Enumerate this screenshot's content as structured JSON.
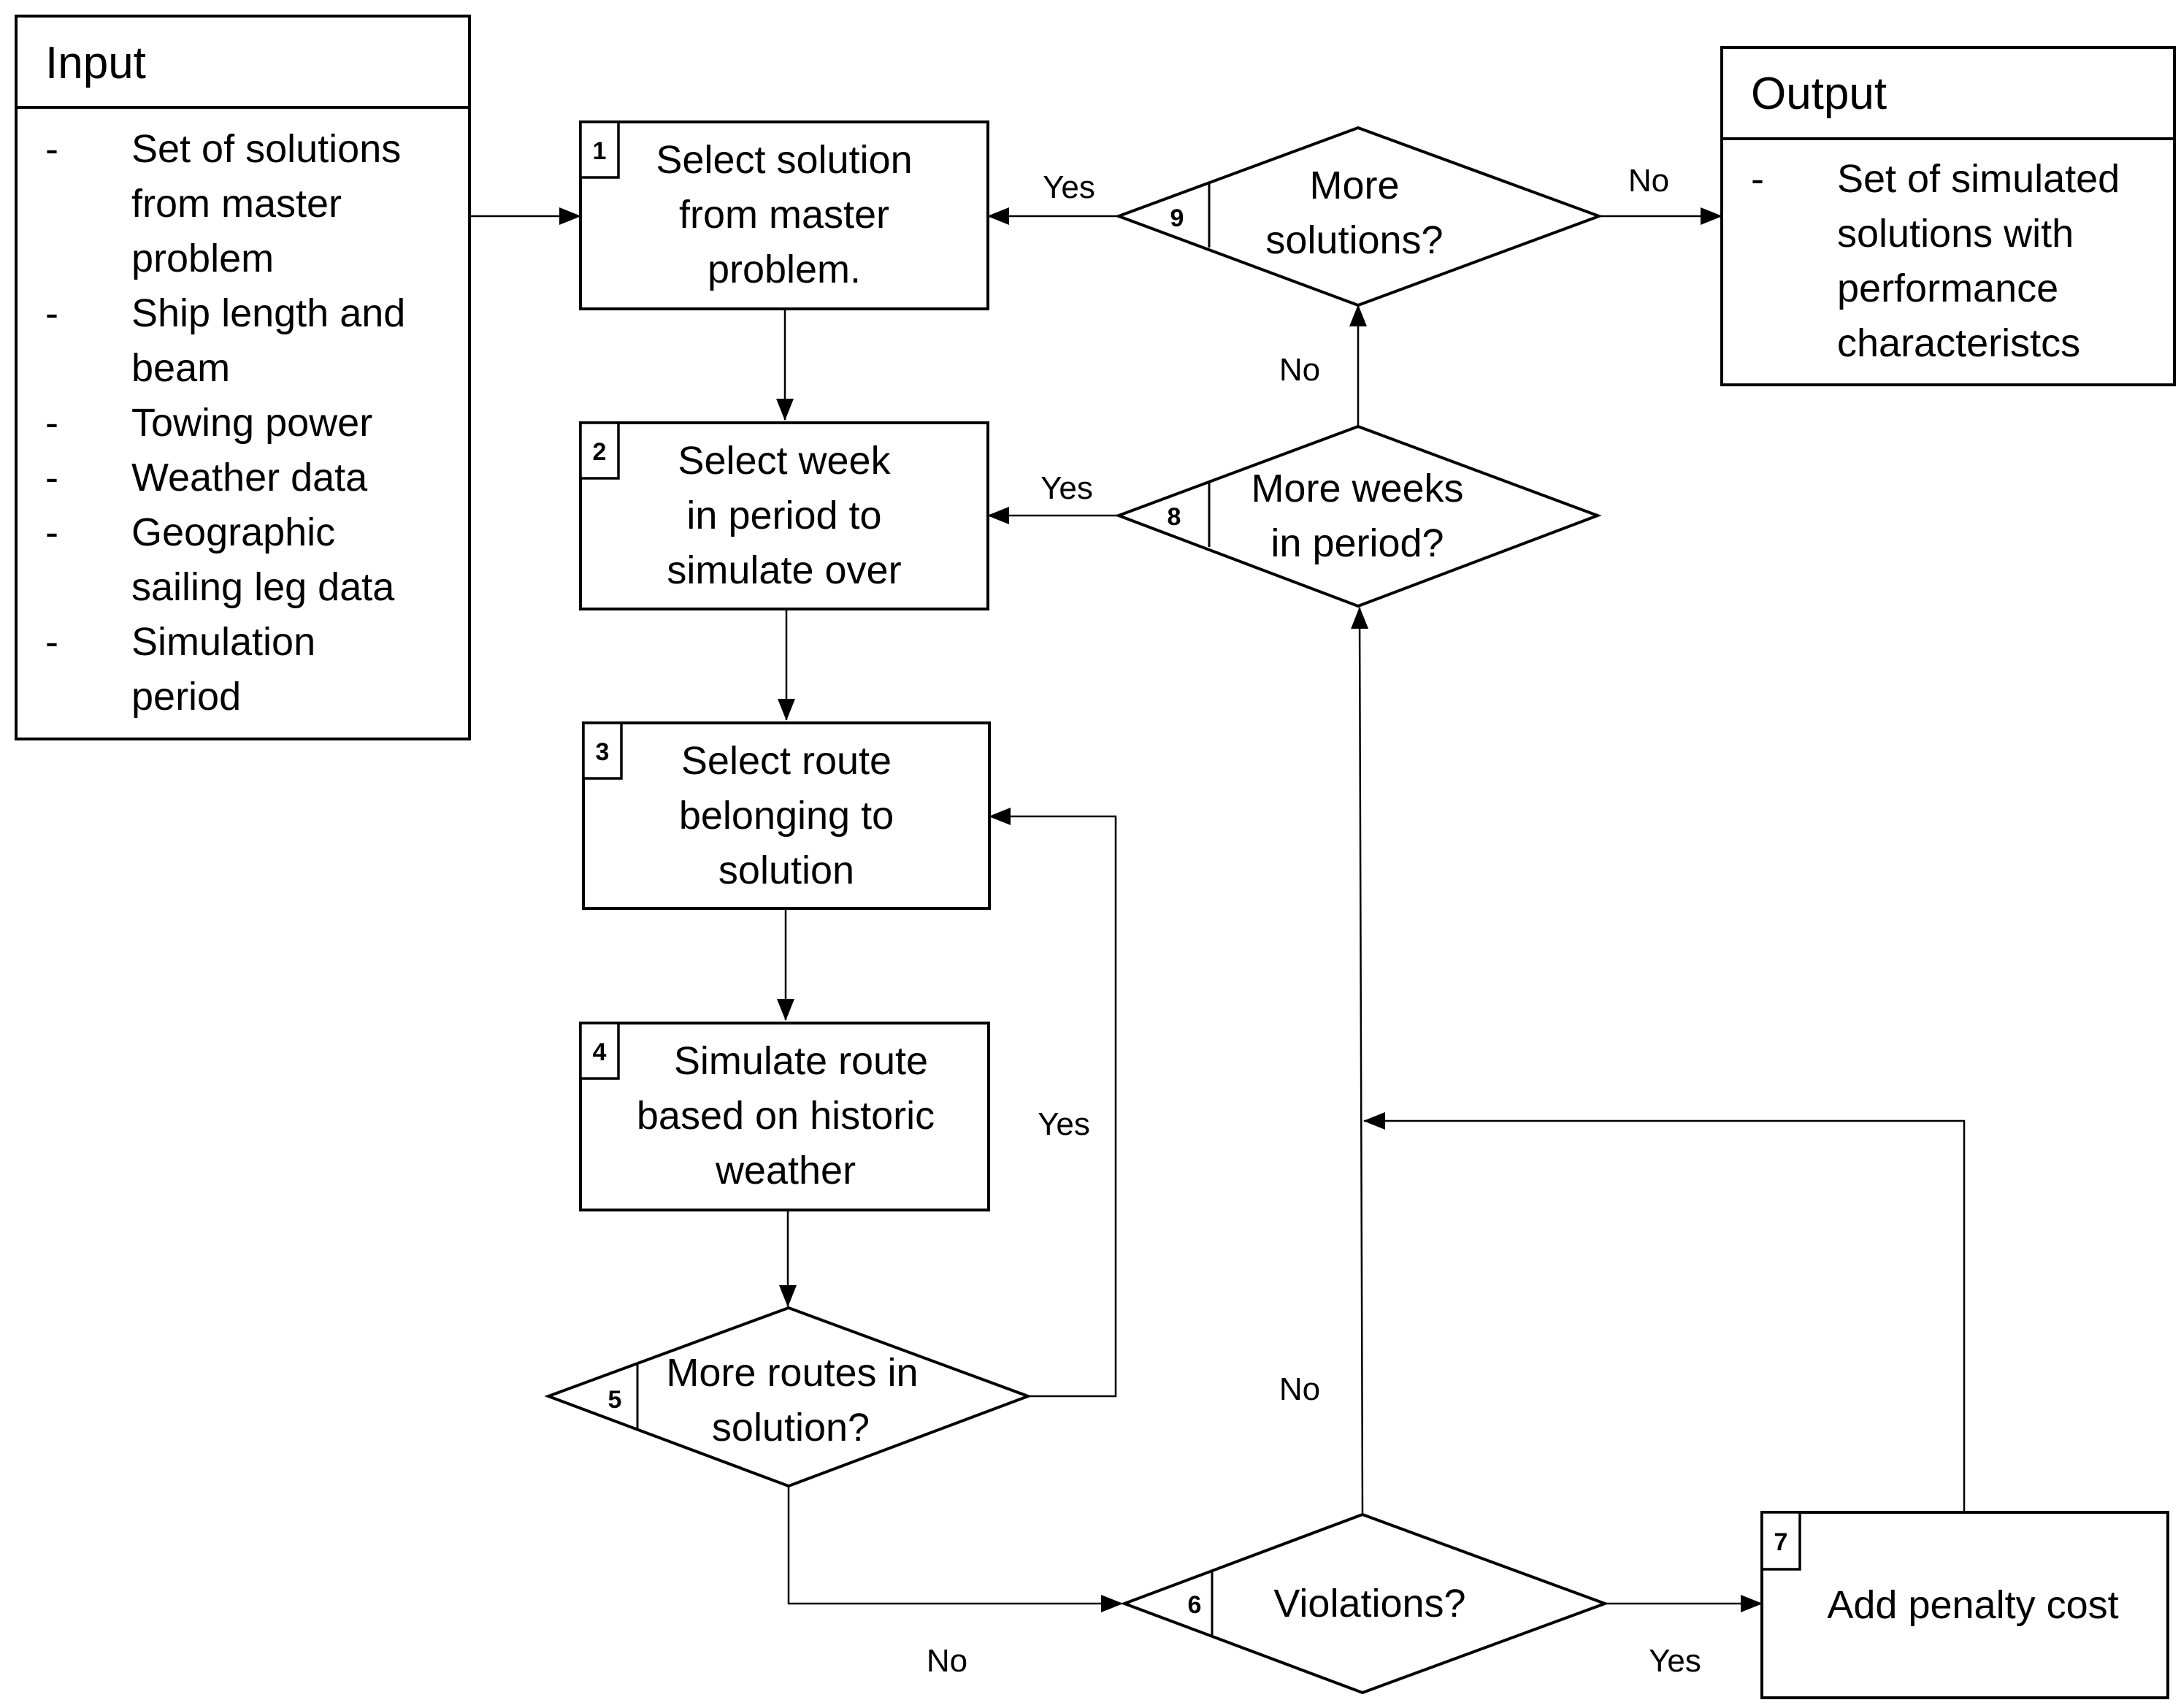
{
  "input": {
    "title": "Input",
    "bullet": "-",
    "items": [
      [
        "Set of solutions",
        "from master",
        "problem"
      ],
      [
        "Ship length and",
        "beam"
      ],
      [
        "Towing power"
      ],
      [
        "Weather data"
      ],
      [
        "Geographic",
        "sailing leg data"
      ],
      [
        "Simulation",
        "period"
      ]
    ]
  },
  "output": {
    "title": "Output",
    "bullet": "-",
    "items": [
      [
        "Set of simulated",
        "solutions with",
        "performance",
        "characteristcs"
      ]
    ]
  },
  "steps": [
    {
      "num": "1",
      "lines": [
        "Select solution",
        "from master",
        "problem."
      ]
    },
    {
      "num": "2",
      "lines": [
        "Select week",
        "in period to",
        "simulate over"
      ]
    },
    {
      "num": "3",
      "lines": [
        "Select route",
        "belonging to",
        "solution"
      ]
    },
    {
      "num": "4",
      "lines": [
        "Simulate route",
        "based on historic",
        "weather"
      ]
    },
    {
      "num": "5",
      "lines": [
        "More routes in",
        "solution?"
      ]
    },
    {
      "num": "6",
      "lines": [
        "Violations?"
      ]
    },
    {
      "num": "7",
      "lines": [
        "Add penalty cost"
      ]
    },
    {
      "num": "8",
      "lines": [
        "More weeks",
        "in period?"
      ]
    },
    {
      "num": "9",
      "lines": [
        "More",
        "solutions?"
      ]
    }
  ],
  "edge_labels": {
    "d9_yes": "Yes",
    "d9_no": "No",
    "d8_yes": "Yes",
    "d8_no": "No",
    "d5_yes": "Yes",
    "d5_no": "No",
    "d6_yes": "Yes",
    "d6_no": "No"
  }
}
